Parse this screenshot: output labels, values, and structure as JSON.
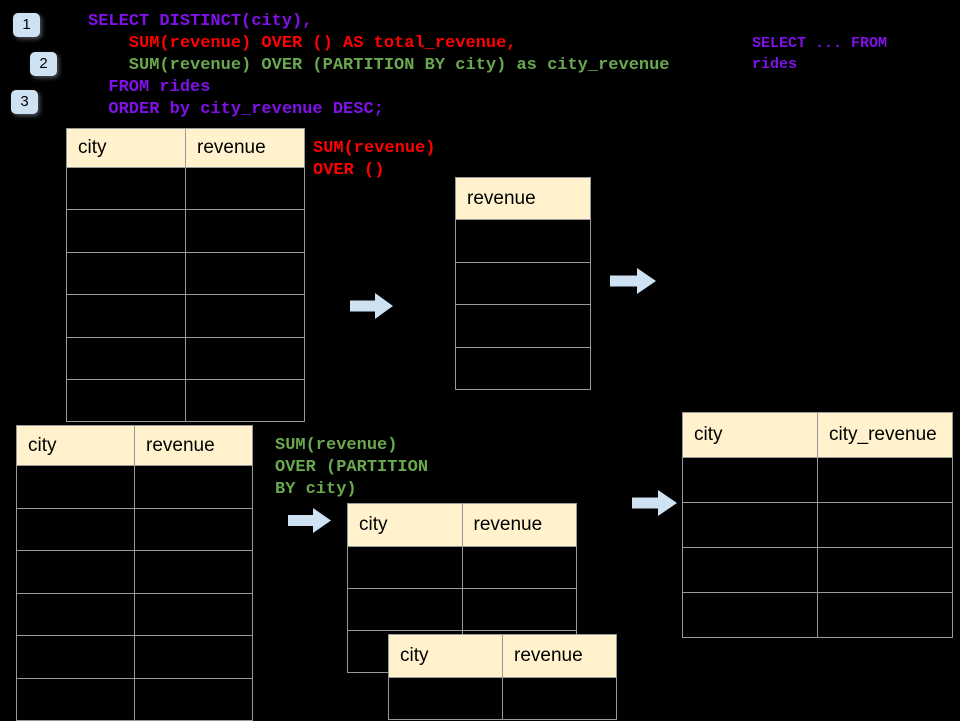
{
  "colors": {
    "background": "#000000",
    "purple": "#8011E8",
    "red": "#FF0000",
    "green": "#6AA84F",
    "arrow_blue": "#CFE2F3",
    "badge_blue": "#CFE2F3",
    "header_fill": "#FFF2CC",
    "header_text": "#000000",
    "grid_line": "#999999"
  },
  "badges": [
    {
      "label": "1"
    },
    {
      "label": "2"
    },
    {
      "label": "3"
    }
  ],
  "sql": {
    "lines": [
      {
        "text": "SELECT DISTINCT(city),",
        "color": "purple"
      },
      {
        "text": "    SUM(revenue) OVER () AS total_revenue,",
        "color": "red"
      },
      {
        "text": "    SUM(revenue) OVER (PARTITION BY city) as city_revenue",
        "color": "green"
      },
      {
        "text": "  FROM rides",
        "color": "purple"
      },
      {
        "text": "  ORDER by city_revenue DESC;",
        "color": "purple"
      }
    ]
  },
  "side_note": {
    "lines": [
      {
        "text": "SELECT ... FROM",
        "color": "purple"
      },
      {
        "text": "rides",
        "color": "purple"
      }
    ]
  },
  "annotations": {
    "total": {
      "lines": [
        {
          "text": "SUM(revenue)",
          "color": "red"
        },
        {
          "text": "OVER ()",
          "color": "red"
        }
      ]
    },
    "partition": {
      "lines": [
        {
          "text": "SUM(revenue)",
          "color": "green"
        },
        {
          "text": "OVER (PARTITION",
          "color": "green"
        },
        {
          "text": "BY city)",
          "color": "green"
        }
      ]
    }
  },
  "tables": {
    "source_top": {
      "headers": [
        "city",
        "revenue"
      ],
      "row_count": 6
    },
    "revenue_only": {
      "headers": [
        "revenue"
      ],
      "row_count": 4
    },
    "source_bottom": {
      "headers": [
        "city",
        "revenue"
      ],
      "row_count": 6
    },
    "partition_a": {
      "headers": [
        "city",
        "revenue"
      ],
      "row_count": 3
    },
    "partition_b": {
      "headers": [
        "city",
        "revenue"
      ],
      "row_count": 1
    },
    "result": {
      "headers": [
        "city",
        "city_revenue"
      ],
      "row_count": 4
    }
  }
}
